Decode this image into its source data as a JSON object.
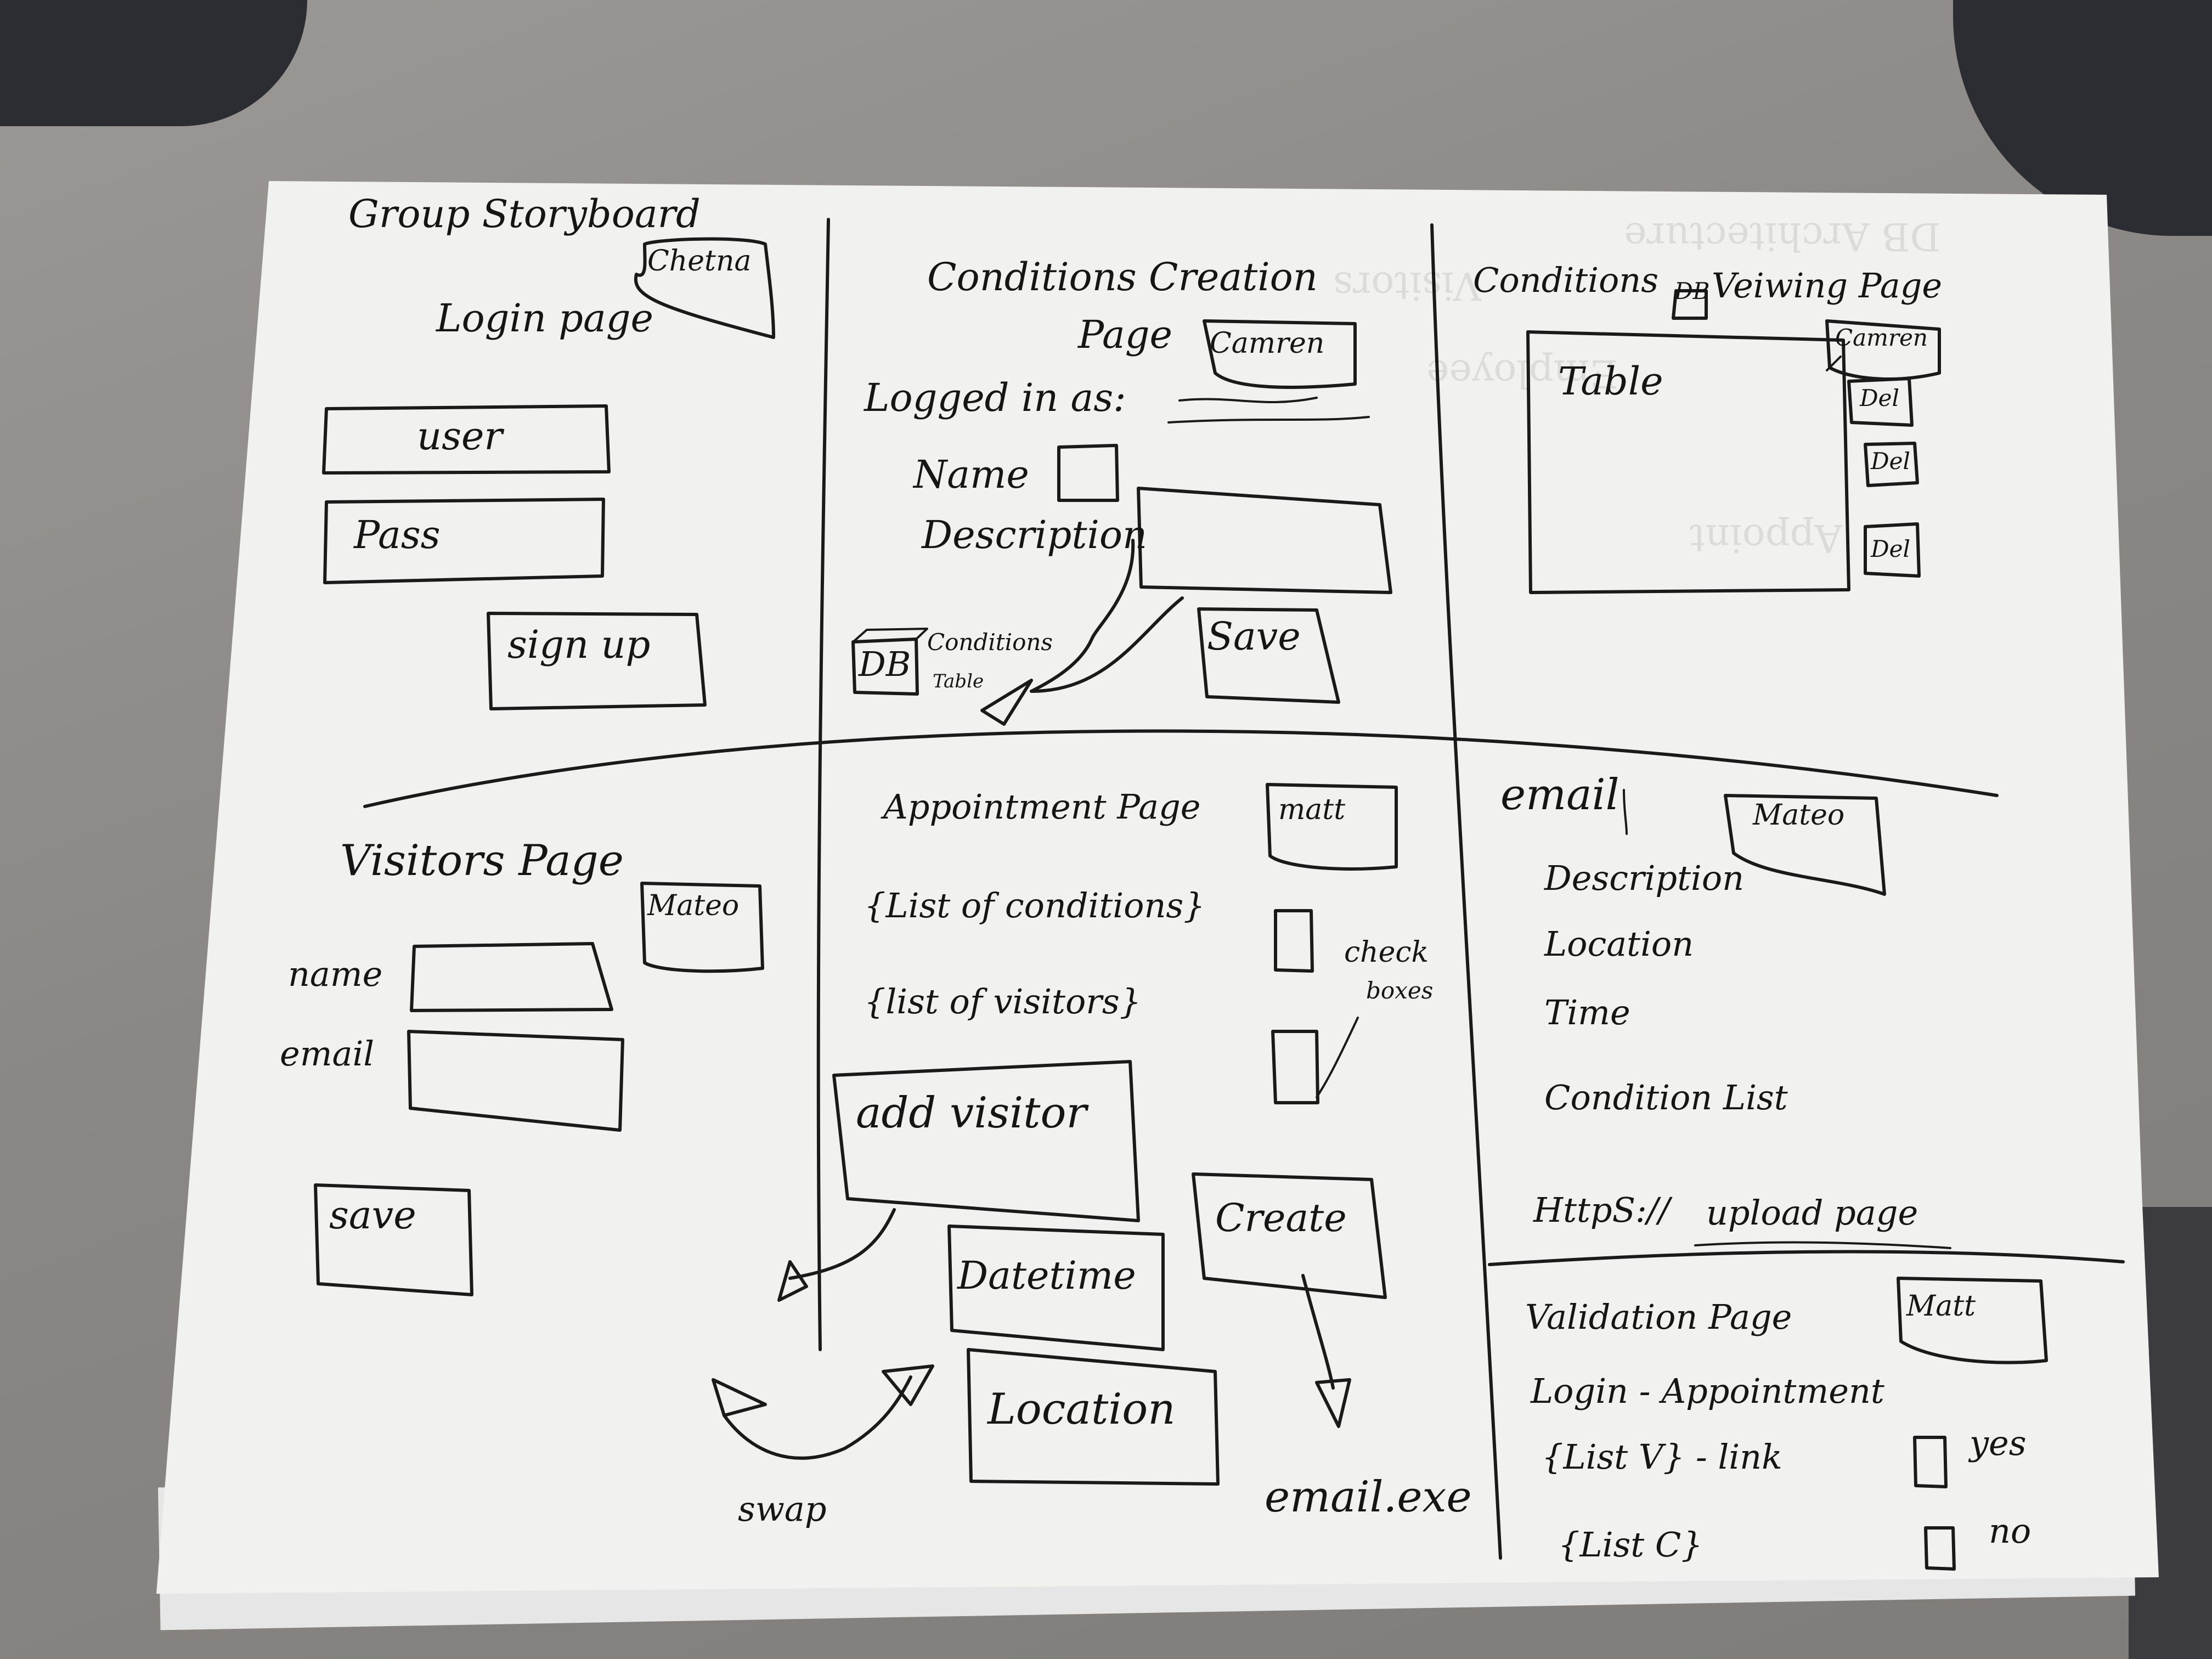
{
  "storyboard": {
    "title": "Group Storyboard",
    "login": {
      "author": "Chetna",
      "heading": "Login page",
      "user_field": "user",
      "pass_field": "Pass",
      "signup_button": "sign up"
    },
    "conditions_creation": {
      "heading_line1": "Conditions Creation",
      "heading_line2": "Page",
      "author": "Camren",
      "logged_in_label": "Logged in as:",
      "name_label": "Name",
      "description_label": "Description",
      "db_icon": "DB",
      "db_caption_line1": "Conditions",
      "db_caption_line2": "Table",
      "save_button": "Save"
    },
    "conditions_viewing": {
      "heading_left": "Conditions",
      "db_icon": "DB",
      "heading_right": "Veiwing Page",
      "author": "Camren",
      "table_label": "Table",
      "delete_buttons": [
        "Del",
        "Del",
        "Del"
      ]
    },
    "visitors": {
      "heading": "Visitors Page",
      "author": "Mateo",
      "name_label": "name",
      "email_label": "email",
      "save_button": "save"
    },
    "appointment": {
      "heading": "Appointment Page",
      "author": "matt",
      "conditions_list": "{List of conditions}",
      "visitors_list": "{list of visitors}",
      "checkboxes_note_line1": "check",
      "checkboxes_note_line2": "boxes",
      "add_visitor_button": "add visitor",
      "datetime_button": "Datetime",
      "location_button": "Location",
      "create_button": "Create",
      "swap_label": "swap",
      "email_output": "email.exe"
    },
    "email": {
      "heading": "email",
      "author": "Mateo",
      "fields": [
        "Description",
        "Location",
        "Time",
        "Condition List"
      ],
      "link_prefix": "HttpS://",
      "link_text": "upload page"
    },
    "validation": {
      "heading": "Validation Page",
      "author": "Matt",
      "login_line": "Login - Appointment",
      "list_v": "{List V} - link",
      "list_c": "{List C}",
      "yes_option": "yes",
      "no_option": "no"
    }
  },
  "show_through": {
    "lines": [
      "DB Architecture",
      "Visitors",
      "Employee",
      "Appoint"
    ]
  }
}
